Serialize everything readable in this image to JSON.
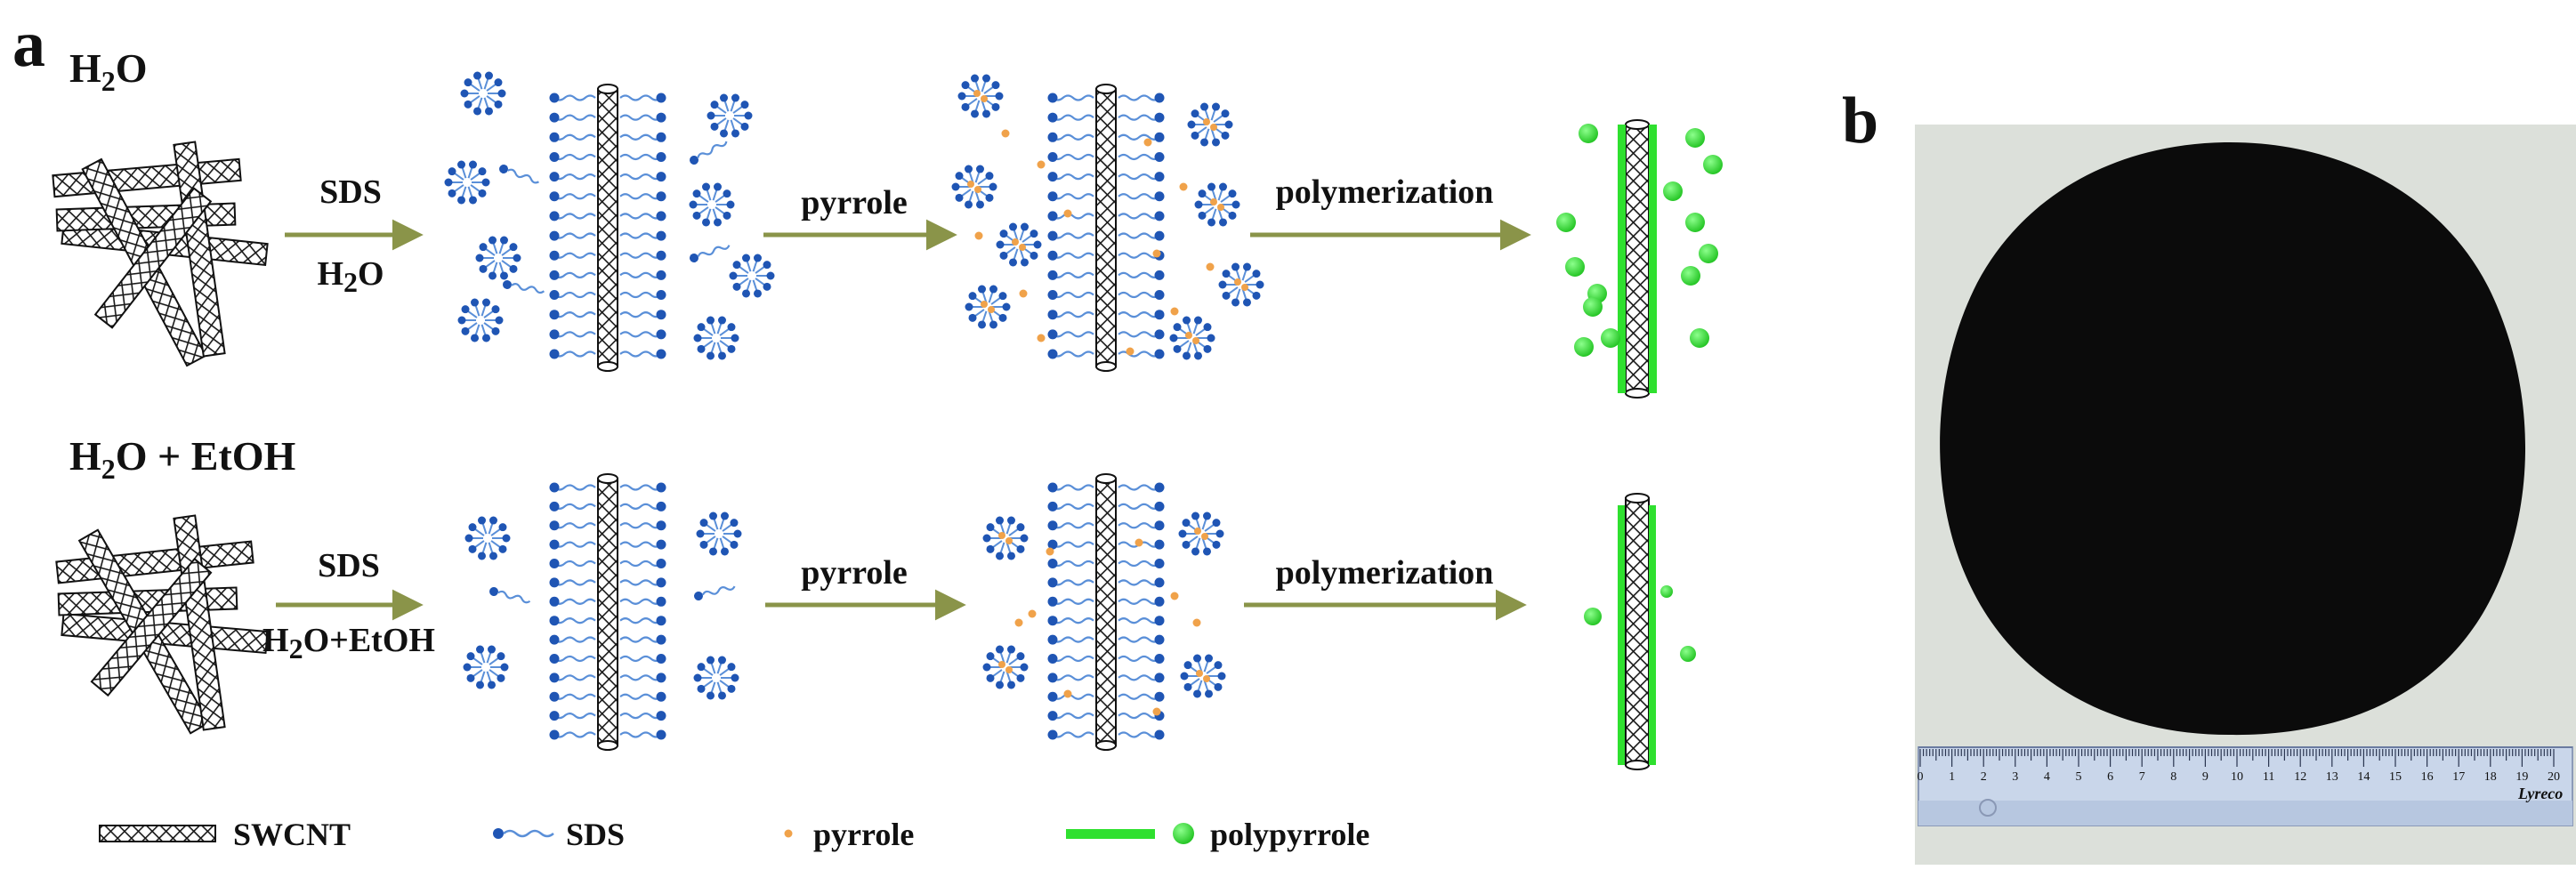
{
  "panel_a": {
    "letter": "a",
    "rows": [
      {
        "condition": {
          "main": "H",
          "sub": "2",
          "tail": "O"
        },
        "arrows": [
          {
            "top": "SDS",
            "bottom": {
              "main": "H",
              "sub": "2",
              "tail": "O"
            }
          },
          {
            "top": "pyrrole",
            "bottom": null
          },
          {
            "top": "polymerization",
            "bottom": null
          }
        ]
      },
      {
        "condition": {
          "main": "H",
          "sub": "2",
          "tail": "O + EtOH"
        },
        "arrows": [
          {
            "top": "SDS",
            "bottom": {
              "main": "H",
              "sub": "2",
              "tail": "O+EtOH"
            }
          },
          {
            "top": "pyrrole",
            "bottom": null
          },
          {
            "top": "polymerization",
            "bottom": null
          }
        ]
      }
    ],
    "legend": [
      "SWCNT",
      "SDS",
      "pyrrole",
      "polypyrrole"
    ]
  },
  "panel_b": {
    "letter": "b",
    "ruler": {
      "numbers": [
        "0",
        "1",
        "2",
        "3",
        "4",
        "5",
        "6",
        "7",
        "8",
        "9",
        "10",
        "11",
        "12",
        "13",
        "14",
        "15",
        "16",
        "17",
        "18",
        "19",
        "20"
      ],
      "brand": "Lyreco"
    }
  },
  "colors": {
    "sds": "#1f55b4",
    "pyrrole": "#f0a24a",
    "polypyrrole": "#2fe02f",
    "arrow": "#8a9449",
    "film": "#0b0b0b",
    "background_photo": "#d8dcd5"
  }
}
